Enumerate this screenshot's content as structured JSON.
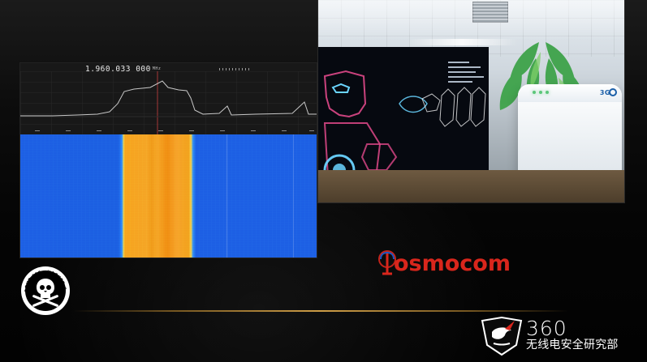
{
  "sdr": {
    "frequency": "1,960.033 000",
    "unit": "MHz"
  },
  "photo": {
    "router_label": "3G"
  },
  "logos": {
    "defcon_text": "DEFCON GROUP 010 · HACKER COMMUNITY",
    "osmocom": "osmocom",
    "brand_360": "360",
    "brand_cn": "无线电安全研究部"
  },
  "colors": {
    "background": "#050505",
    "accent_gold": "#d8a54a",
    "osmocom_red": "#d9261c",
    "waterfall_blue": "#1d5fe4",
    "waterfall_orange": "#f5a526"
  }
}
